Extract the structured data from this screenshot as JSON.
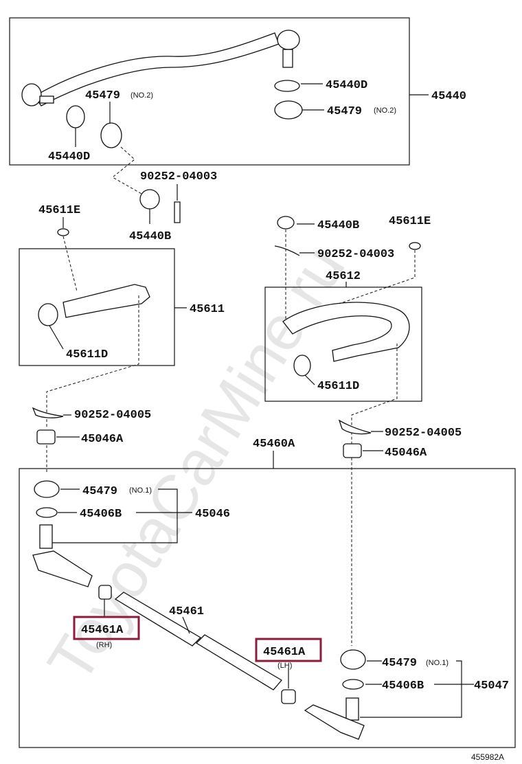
{
  "watermark": "ToyotaCarMine.ru",
  "doc_number": "455982A",
  "labels": {
    "p45440": "45440",
    "p45479_top_left": "45479",
    "p45479_top_left_note": "(NO.2)",
    "p45440D_right": "45440D",
    "p45479_top_right": "45479",
    "p45479_top_right_note": "(NO.2)",
    "p45440D_left": "45440D",
    "p90252_04003_top": "90252-04003",
    "p45440B_left": "45440B",
    "p45611E_left": "45611E",
    "p45611": "45611",
    "p45611D_left": "45611D",
    "p45440B_right": "45440B",
    "p45611E_right": "45611E",
    "p90252_04003_right": "90252-04003",
    "p45612": "45612",
    "p45611D_right": "45611D",
    "p90252_04005_left": "90252-04005",
    "p45046A_left": "45046A",
    "p90252_04005_right": "90252-04005",
    "p45046A_right": "45046A",
    "p45460A": "45460A",
    "p45479_lower_left": "45479",
    "p45479_lower_left_note": "(NO.1)",
    "p45406B_left": "45406B",
    "p45046": "45046",
    "p45461": "45461",
    "p45461A_rh": "45461A",
    "p45461A_rh_note": "(RH)",
    "p45461A_lh": "45461A",
    "p45461A_lh_note": "(LH)",
    "p45479_lower_right": "45479",
    "p45479_lower_right_note": "(NO.1)",
    "p45406B_right": "45406B",
    "p45047": "45047"
  },
  "colors": {
    "line": "#111111",
    "highlight": "#8b1c3a",
    "watermark": "#e6e6e6"
  }
}
